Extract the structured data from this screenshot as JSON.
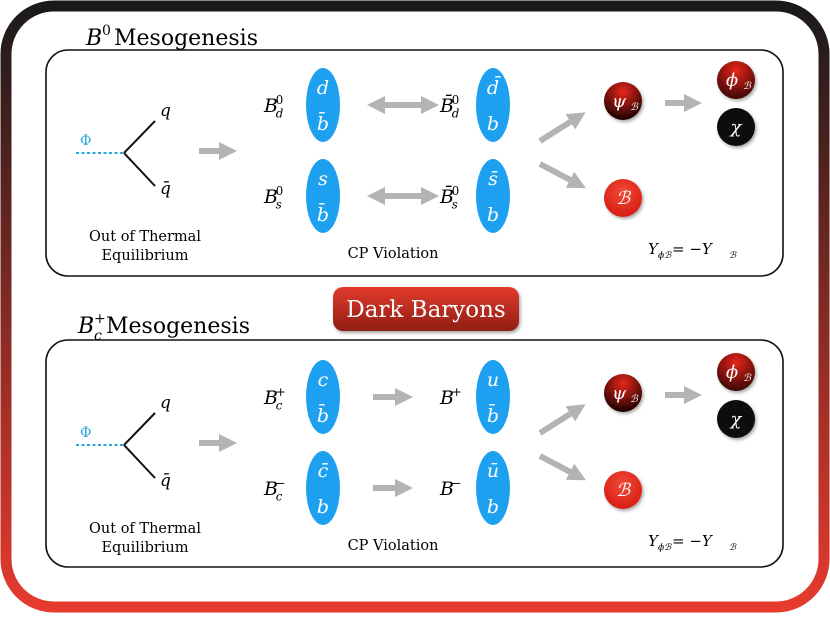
{
  "colors": {
    "frame_top": "#1a1a1a",
    "frame_bottom": "#e63a2e",
    "quark_blue": "#1ea0f0",
    "arrow_gray": "#b3b3b3",
    "phi_line": "#29a8e0",
    "baryon_red": "#e8261b",
    "psi_dark": "#5a0a05",
    "chi_black": "#0a0a0a",
    "badge_top": "#e23b2d",
    "badge_bottom": "#8f1e14"
  },
  "badge": {
    "label": "Dark Baryons"
  },
  "panels": [
    {
      "title_main": "B",
      "title_sup": "0",
      "title_sub": "",
      "title_rest": " Mesogenesis",
      "inflaton": {
        "label": "Φ",
        "quark": "q",
        "antiquark": "q̄"
      },
      "caption_left_line1": "Out of Thermal",
      "caption_left_line2": "Equilibrium",
      "caption_mid": "CP Violation",
      "row1": {
        "meson": {
          "main": "B",
          "sup": "0",
          "sub": "d"
        },
        "pill": [
          "d",
          "b̄"
        ],
        "partner": {
          "main": "B̄",
          "sup": "0",
          "sub": "d"
        },
        "partner_pill": [
          "d̄",
          "b"
        ],
        "arrow": "double"
      },
      "row2": {
        "meson": {
          "main": "B",
          "sup": "0",
          "sub": "s"
        },
        "pill": [
          "s",
          "b̄"
        ],
        "partner": {
          "main": "B̄",
          "sup": "0",
          "sub": "s"
        },
        "partner_pill": [
          "s̄",
          "b"
        ],
        "arrow": "double"
      },
      "psi": {
        "main": "ψ",
        "sub": "ℬ"
      },
      "phi": {
        "main": "ϕ",
        "sub": "ℬ"
      },
      "chi": "χ",
      "baryon": "ℬ",
      "relation": {
        "lhs": "Y",
        "lhs_sub": "ϕℬ",
        "eq": " = −Y",
        "rhs_sub": "ℬ"
      }
    },
    {
      "title_main": "B",
      "title_sup": "+",
      "title_sub": "c",
      "title_rest": " Mesogenesis",
      "inflaton": {
        "label": "Φ",
        "quark": "q",
        "antiquark": "q̄"
      },
      "caption_left_line1": "Out of Thermal",
      "caption_left_line2": "Equilibrium",
      "caption_mid": "CP Violation",
      "row1": {
        "meson": {
          "main": "B",
          "sup": "+",
          "sub": "c"
        },
        "pill": [
          "c",
          "b̄"
        ],
        "partner": {
          "main": "B",
          "sup": "+",
          "sub": ""
        },
        "partner_pill": [
          "u",
          "b̄"
        ],
        "arrow": "single"
      },
      "row2": {
        "meson": {
          "main": "B",
          "sup": "−",
          "sub": "c"
        },
        "pill": [
          "c̄",
          "b"
        ],
        "partner": {
          "main": "B",
          "sup": "−",
          "sub": ""
        },
        "partner_pill": [
          "ū",
          "b"
        ],
        "arrow": "single"
      },
      "psi": {
        "main": "ψ",
        "sub": "ℬ"
      },
      "phi": {
        "main": "ϕ",
        "sub": "ℬ"
      },
      "chi": "χ",
      "baryon": "ℬ",
      "relation": {
        "lhs": "Y",
        "lhs_sub": "ϕℬ",
        "eq": " = −Y",
        "rhs_sub": "ℬ"
      }
    }
  ]
}
